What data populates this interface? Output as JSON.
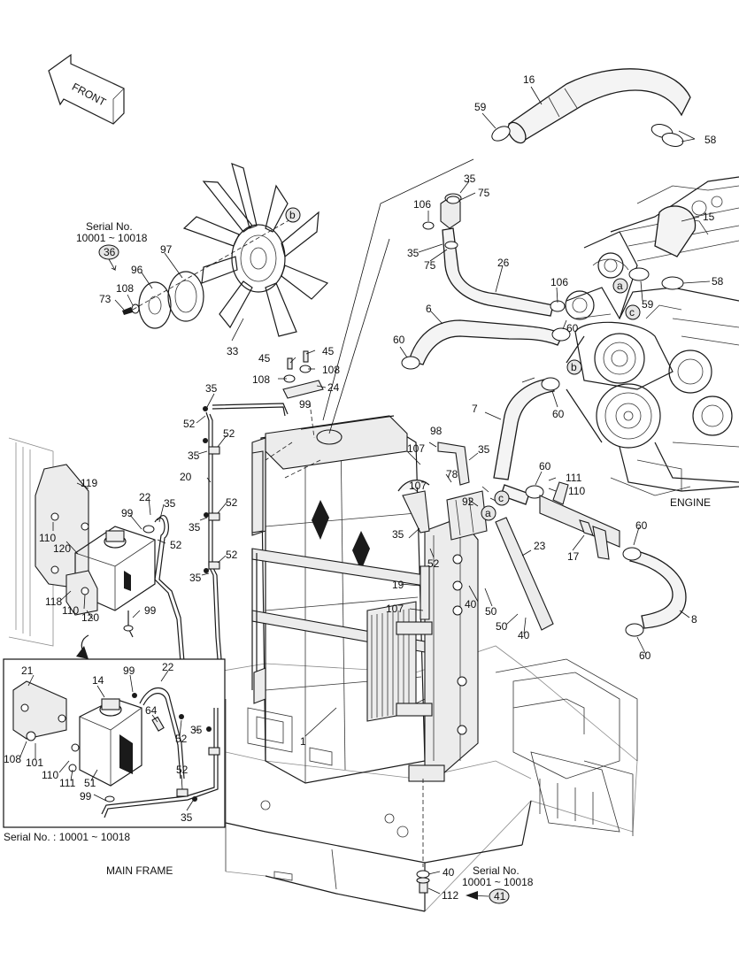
{
  "diagram": {
    "front_label": "FRONT",
    "engine_label": "ENGINE",
    "main_frame_label": "MAIN FRAME",
    "serial_top": {
      "title": "Serial No.",
      "range": "10001 ~ 10018",
      "ref": "36"
    },
    "serial_bottom": {
      "title": "Serial No.",
      "range": "10001 ~ 10018",
      "ref": "41"
    },
    "inset_caption": "Serial No. : 10001 ~ 10018",
    "markers": {
      "a": "a",
      "b": "b",
      "c": "c"
    },
    "callouts": {
      "p16": "16",
      "p59a": "59",
      "p58a": "58",
      "p35a": "35",
      "p75a": "75",
      "p106a": "106",
      "p35b": "35",
      "p75b": "75",
      "p26": "26",
      "p15": "15",
      "p106b": "106",
      "p58b": "58",
      "p59b": "59",
      "p6": "6",
      "p60a": "60",
      "p60b": "60",
      "p96": "96",
      "p97": "97",
      "p108a": "108",
      "p73": "73",
      "p33": "33",
      "p45a": "45",
      "p45b": "45",
      "p108b": "108",
      "p108c": "108",
      "p24": "24",
      "p7": "7",
      "p60c": "60",
      "p35c": "35",
      "p99a": "99",
      "p52a": "52",
      "p52b": "52",
      "p98": "98",
      "p107a": "107",
      "p35d": "35",
      "p35e": "35",
      "p20": "20",
      "p119": "119",
      "p22a": "22",
      "p99b": "99",
      "p35f": "35",
      "p107b": "107",
      "p78": "78",
      "p92": "92",
      "p60d": "60",
      "p111a": "111",
      "p110a": "110",
      "p52c": "52",
      "p35g": "35",
      "p60e": "60",
      "p23": "23",
      "p17": "17",
      "p110b": "110",
      "p120a": "120",
      "p52d": "52",
      "p35h": "35",
      "p52e": "52",
      "p52f": "52",
      "p35i": "35",
      "p19": "19",
      "p40a": "40",
      "p50a": "50",
      "p118": "118",
      "p110c": "110",
      "p120b": "120",
      "p99c": "99",
      "p107c": "107",
      "p50b": "50",
      "p40b": "40",
      "p8": "8",
      "p60f": "60",
      "p21": "21",
      "p14": "14",
      "p99d": "99",
      "p22b": "22",
      "p64": "64",
      "p52g": "52",
      "p35j": "35",
      "p108d": "108",
      "p101": "101",
      "p110d": "110",
      "p111b": "111",
      "p51": "51",
      "p52h": "52",
      "p99e": "99",
      "p35k": "35",
      "p1": "1",
      "p40c": "40",
      "p112": "112"
    }
  }
}
